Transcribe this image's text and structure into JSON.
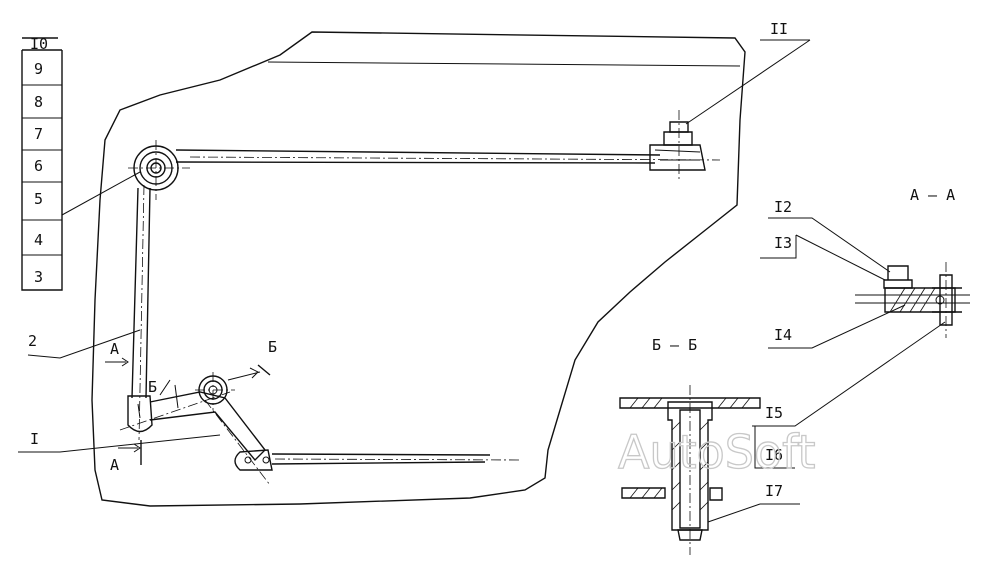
{
  "labels": {
    "l1": "I",
    "l2": "2",
    "l3": "3",
    "l4": "4",
    "l5": "5",
    "l6": "6",
    "l7": "7",
    "l8": "8",
    "l9": "9",
    "l10": "I0",
    "l11": "II",
    "l12": "I2",
    "l13": "I3",
    "l14": "I4",
    "l15": "I5",
    "l16": "I6",
    "l17": "I7"
  },
  "sections": {
    "aa_title": "А – А",
    "bb_title": "Б – Б",
    "a_mark": "А",
    "b_mark": "Б"
  },
  "watermark": "AutoSoft"
}
